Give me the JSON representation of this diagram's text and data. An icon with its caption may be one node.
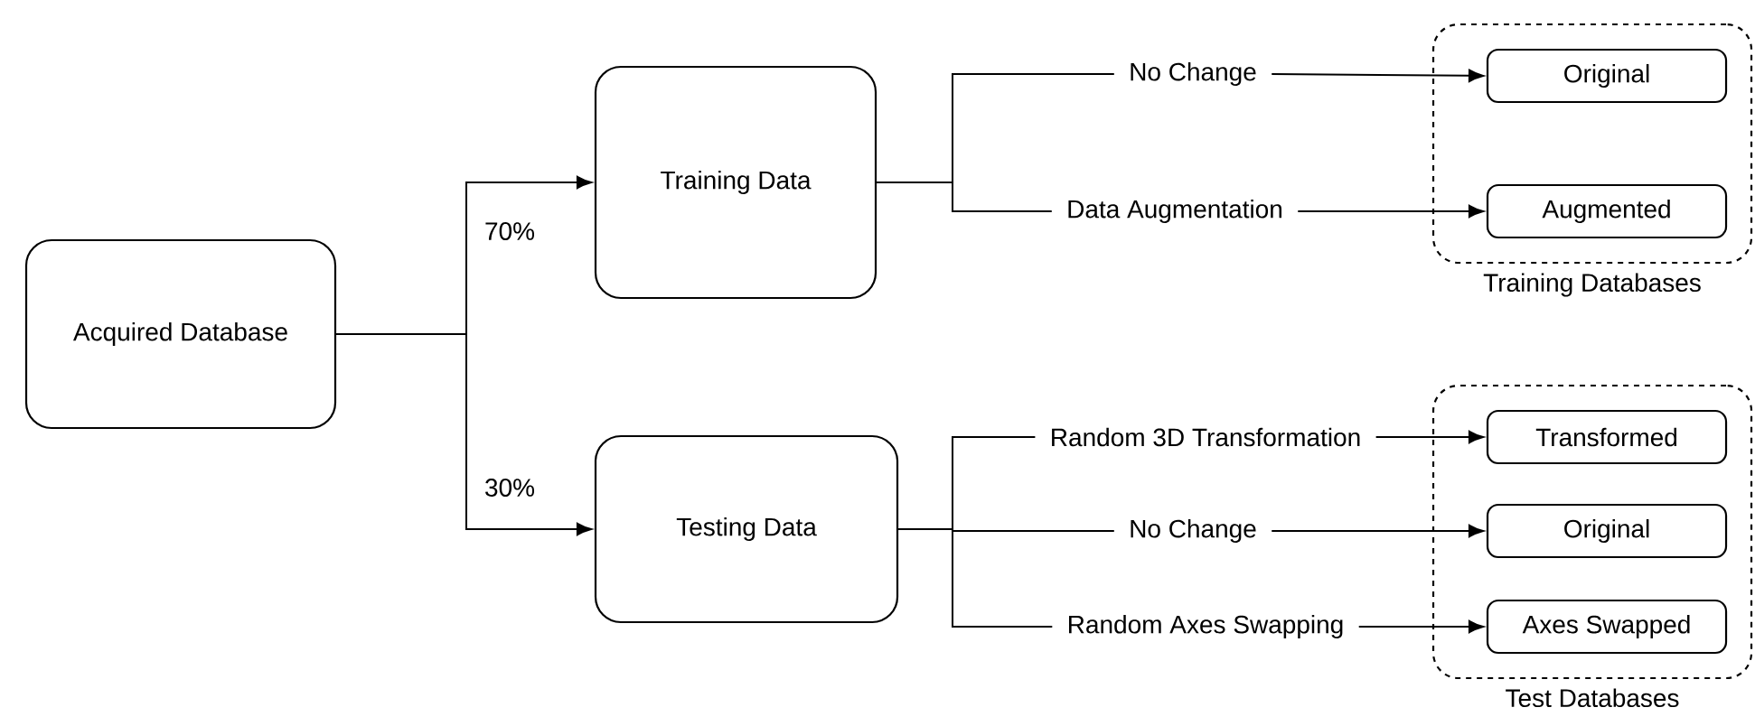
{
  "diagram": {
    "nodes": [
      {
        "text": [
          "Acquired Database"
        ]
      },
      {
        "text": [
          "Training Data"
        ]
      },
      {
        "text": [
          "Testing Data"
        ]
      },
      {
        "text": [
          "No Change"
        ]
      },
      {
        "text": [
          "Data Augmentation"
        ]
      },
      {
        "text": [
          "Random 3D Transformation"
        ]
      },
      {
        "text": [
          "No Change"
        ]
      },
      {
        "text": [
          "Random Axes Swapping"
        ]
      },
      {
        "text": [
          "Training Databases"
        ]
      },
      {
        "text": [
          "Original"
        ],
        "in": 8
      },
      {
        "text": [
          "Augmented"
        ],
        "in": 8
      },
      {
        "text": [
          "Test Databases"
        ]
      },
      {
        "text": [
          "Transformed"
        ],
        "in": 11
      },
      {
        "text": [
          "Original"
        ],
        "in": 11
      },
      {
        "text": [
          "Axes Swapped"
        ],
        "in": 11
      }
    ],
    "edges": [
      {
        "from": 0,
        "to": 1,
        "arrow": "to",
        "label": "70%"
      },
      {
        "from": 0,
        "to": 2,
        "arrow": "to",
        "label": "30%"
      },
      {
        "from": 1,
        "to": 3,
        "arrow": "none"
      },
      {
        "from": 1,
        "to": 4,
        "arrow": "none"
      },
      {
        "from": 2,
        "to": 5,
        "arrow": "none"
      },
      {
        "from": 2,
        "to": 6,
        "arrow": "none"
      },
      {
        "from": 2,
        "to": 7,
        "arrow": "none"
      },
      {
        "from": 3,
        "to": 9,
        "arrow": "to"
      },
      {
        "from": 4,
        "to": 10,
        "arrow": "to"
      },
      {
        "from": 5,
        "to": 12,
        "arrow": "to"
      },
      {
        "from": 6,
        "to": 13,
        "arrow": "to"
      },
      {
        "from": 7,
        "to": 14,
        "arrow": "to"
      }
    ]
  }
}
